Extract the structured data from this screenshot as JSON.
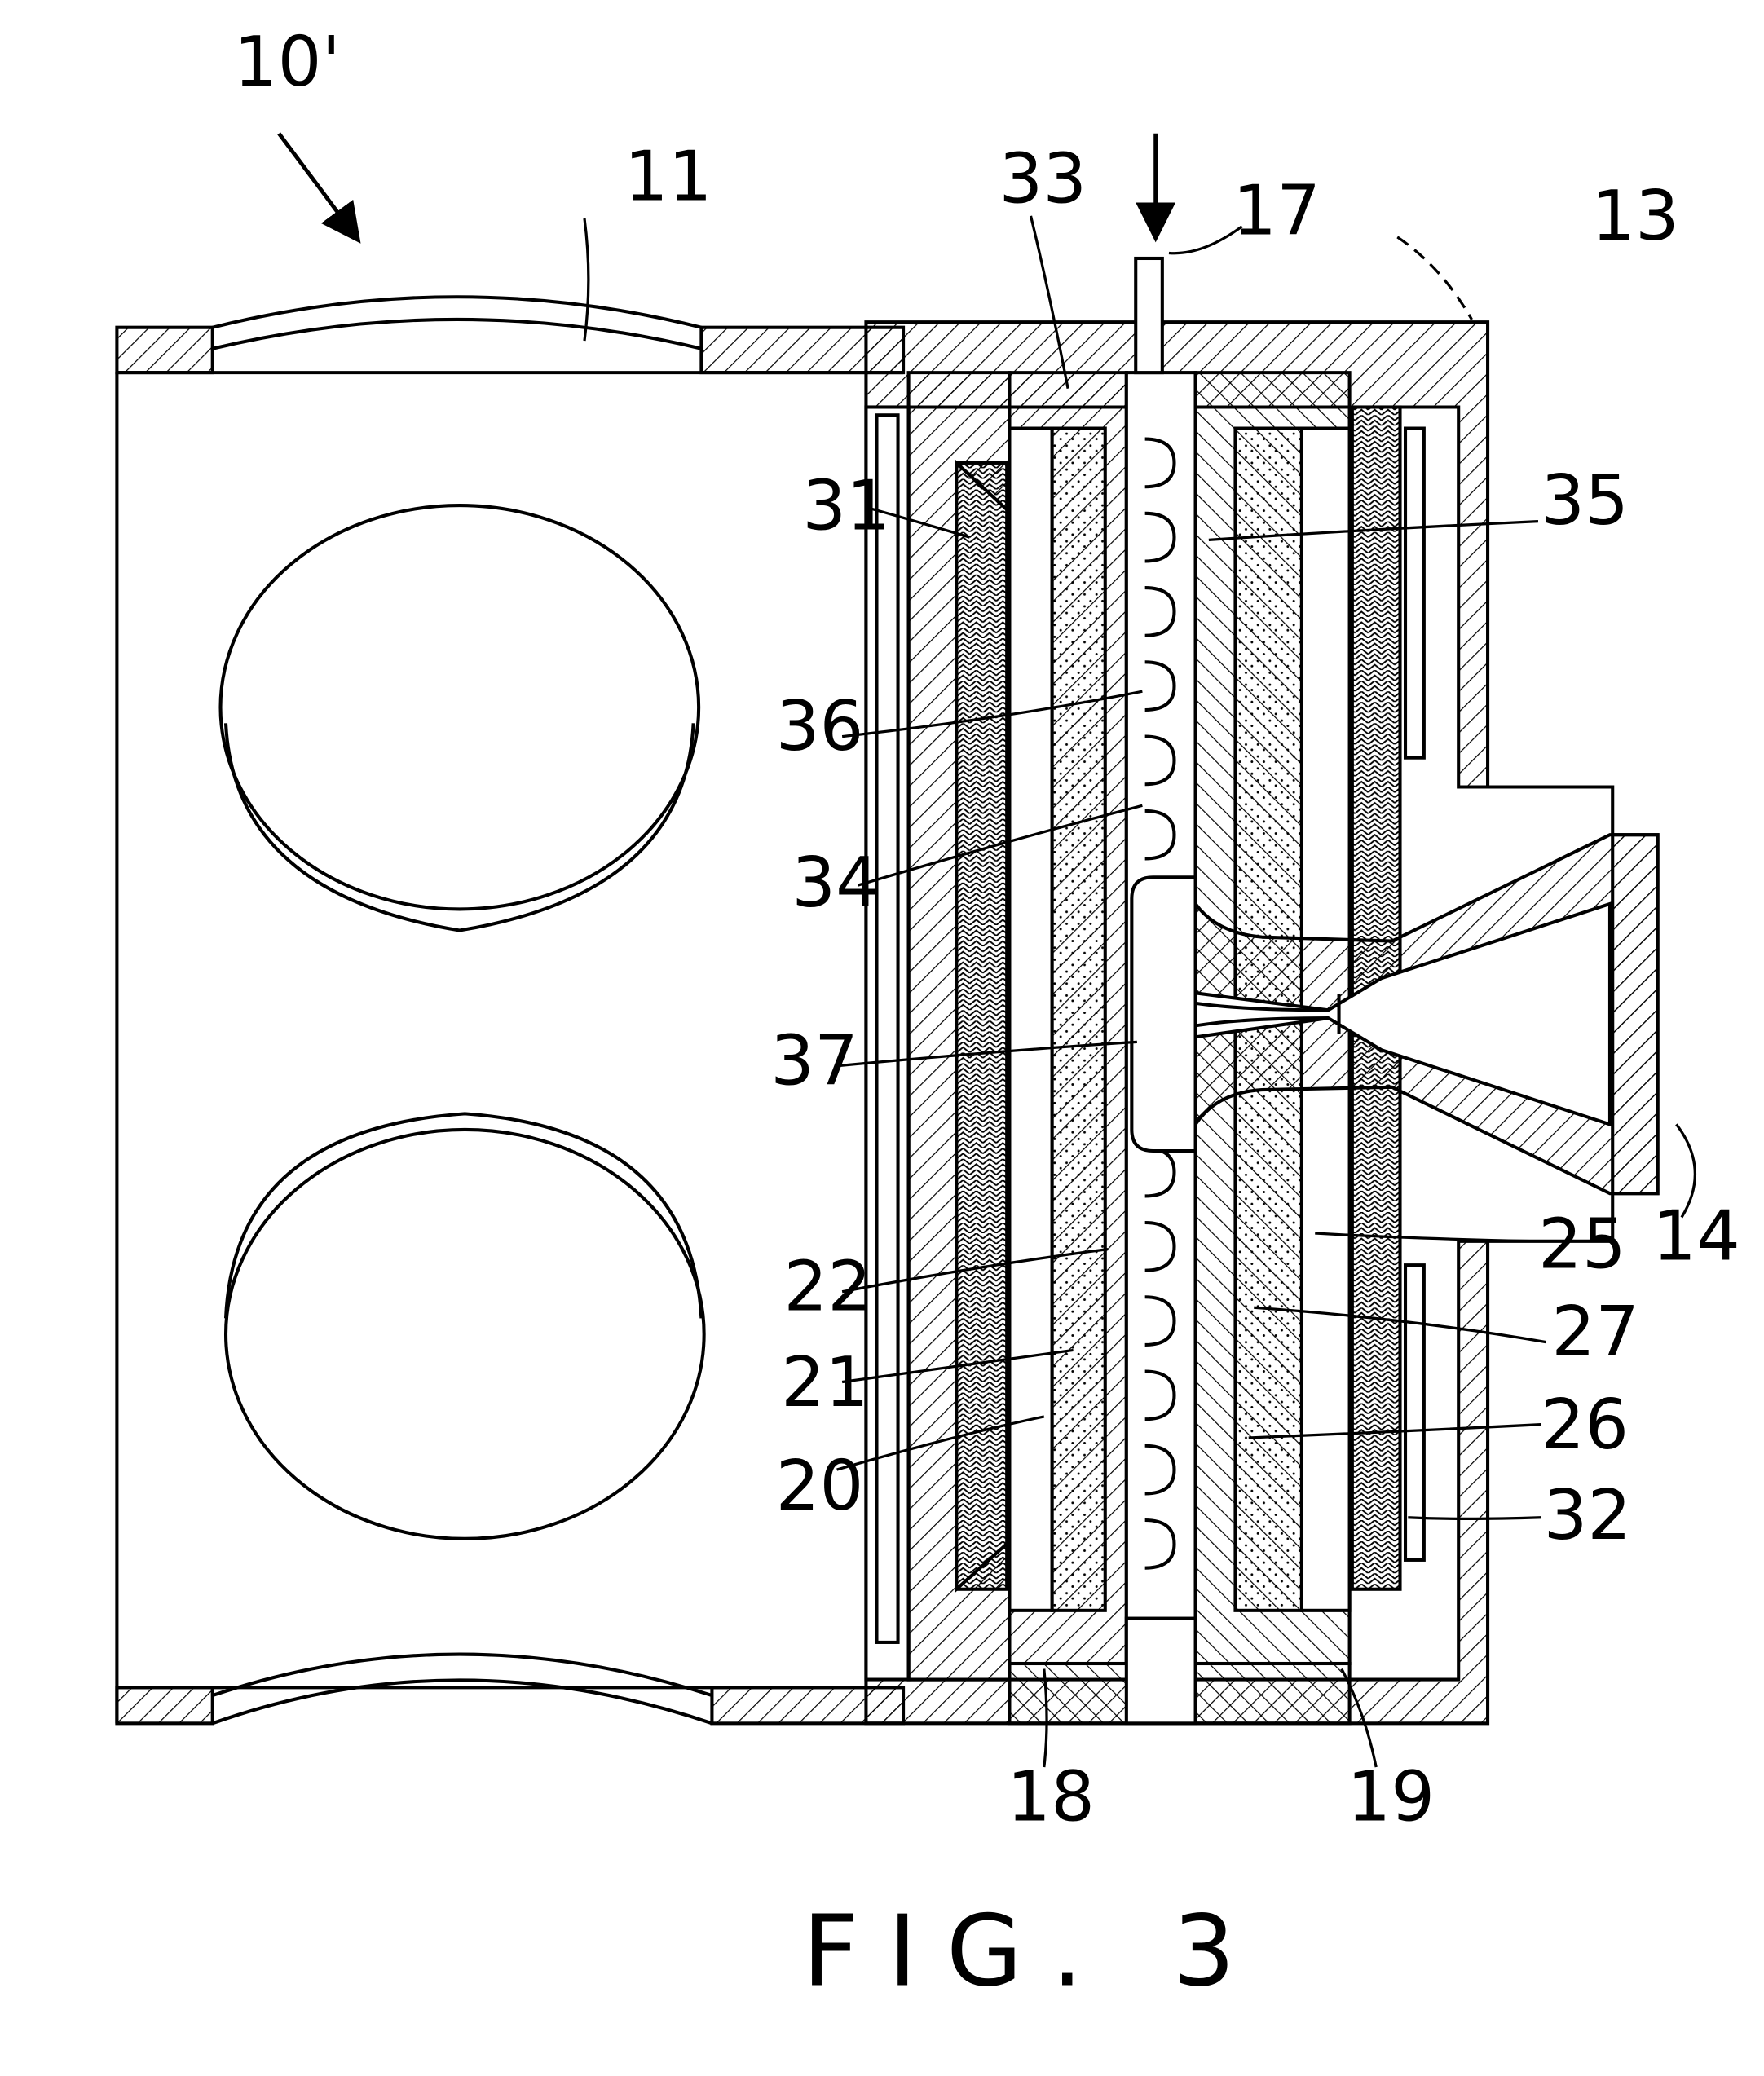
{
  "figure": {
    "caption": "FIG. 3",
    "device_ref": "10'",
    "labels": {
      "r11": "11",
      "r13": "13",
      "r14": "14",
      "r17": "17",
      "r18": "18",
      "r19": "19",
      "r20": "20",
      "r21": "21",
      "r22": "22",
      "r25": "25",
      "r26": "26",
      "r27": "27",
      "r31": "31",
      "r32": "32",
      "r33": "33",
      "r34": "34",
      "r35": "35",
      "r36": "36",
      "r37": "37"
    }
  }
}
